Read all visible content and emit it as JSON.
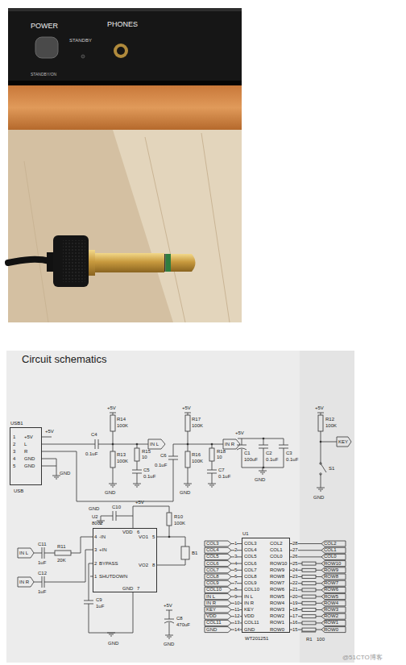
{
  "diagram": {
    "title": "Circuit schematics",
    "nodes": [
      {
        "text": [
          "USB1",
          "USB"
        ]
      },
      {
        "text": [
          "U2",
          "8002"
        ]
      },
      {
        "text": [
          "U1",
          "WT201251"
        ]
      }
    ],
    "labels": [
      "POWER",
      "STANDBY",
      "PHONES",
      "STANDBY/ON",
      "+5V",
      "L",
      "R",
      "GND",
      "GND",
      "1",
      "2",
      "3",
      "4",
      "5",
      "+5V",
      "GND",
      "+5V",
      "R14",
      "100K",
      "C4",
      "0.1uF",
      "IN L",
      "R13",
      "100K",
      "R15",
      "10",
      "C5",
      "0.1uF",
      "GND",
      "+5V",
      "R17",
      "100K",
      "C6",
      "0.1uF",
      "IN R",
      "R16",
      "100K",
      "R18",
      "10",
      "C7",
      "0.1uF",
      "GND",
      "+5V",
      "C1",
      "100uF",
      "C2",
      "0.1uF",
      "C3",
      "0.1uF",
      "GND",
      "+5V",
      "R12",
      "100K",
      "KEY",
      "S1",
      "GND",
      "GND",
      "C10",
      "+5V",
      "R10",
      "100K",
      "IN L",
      "C11",
      "1uF",
      "R11",
      "20K",
      "IN R",
      "C12",
      "1uF",
      "C9",
      "1uF",
      "GND",
      "+5V",
      "C8",
      "470uF",
      "GND",
      "B1",
      "4",
      "-IN",
      "3",
      "+IN",
      "2",
      "BYPASS",
      "1",
      "SHUTDOWN",
      "VO1",
      "5",
      "VO2",
      "8",
      "6",
      "VDD",
      "7",
      "GND",
      "R1",
      "100",
      "@51CTO博客",
      "COL3",
      "1",
      "COL3",
      "COL2",
      "28",
      "COL2",
      "COL4",
      "2",
      "COL4",
      "COL1",
      "27",
      "COL1",
      "COL5",
      "3",
      "COL5",
      "COL0",
      "26",
      "COL0",
      "COL6",
      "4",
      "COL6",
      "ROW10",
      "25",
      "ROW10",
      "COL7",
      "5",
      "COL7",
      "ROW9",
      "24",
      "ROW9",
      "COL8",
      "6",
      "COL8",
      "ROW8",
      "23",
      "ROW8",
      "COL9",
      "7",
      "COL9",
      "ROW7",
      "22",
      "ROW7",
      "COL10",
      "8",
      "COL10",
      "ROW6",
      "21",
      "ROW6",
      "IN L",
      "9",
      "IN L",
      "ROW5",
      "20",
      "ROW5",
      "IN R",
      "10",
      "IN R",
      "ROW4",
      "19",
      "ROW4",
      "KEY",
      "11",
      "KEY",
      "ROW3",
      "18",
      "ROW3",
      "VDD",
      "12",
      "VDD",
      "ROW2",
      "17",
      "ROW2",
      "COL11",
      "13",
      "COL11",
      "ROW1",
      "16",
      "ROW1",
      "GND",
      "14",
      "GND",
      "ROW0",
      "15",
      "ROW0"
    ]
  }
}
